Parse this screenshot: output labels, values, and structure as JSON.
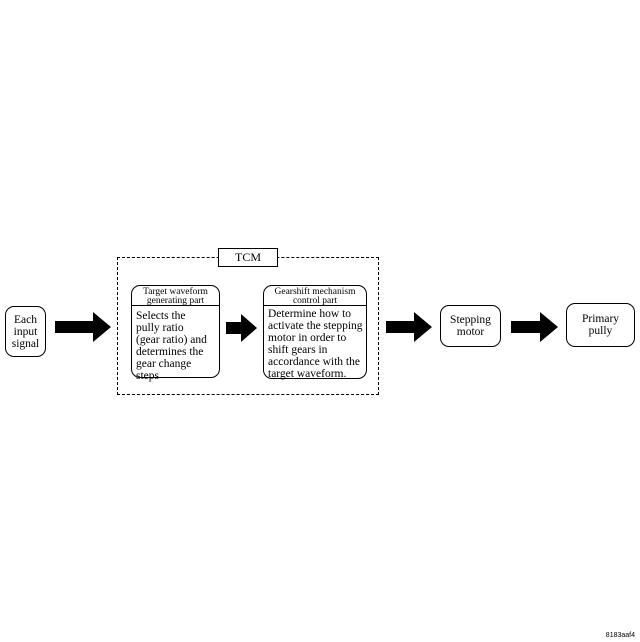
{
  "blocks": {
    "input": {
      "text": "Each\ninput\nsignal"
    },
    "tcm": {
      "label": "TCM"
    },
    "target_waveform": {
      "title": "Target waveform\ngenerating part",
      "body": "Selects the\npully ratio\n(gear ratio) and\ndetermines the\ngear change steps"
    },
    "gearshift_control": {
      "title": "Gearshift mechanism\ncontrol part",
      "body": "Determine how to\nactivate the stepping\nmotor in order to\nshift gears in\naccordance with the\ntarget waveform."
    },
    "stepping_motor": {
      "text": "Stepping\nmotor"
    },
    "primary_pully": {
      "text": "Primary\npully"
    }
  },
  "figure_code": "8183aaf4",
  "colors": {
    "stroke": "#000000",
    "background": "#ffffff"
  }
}
